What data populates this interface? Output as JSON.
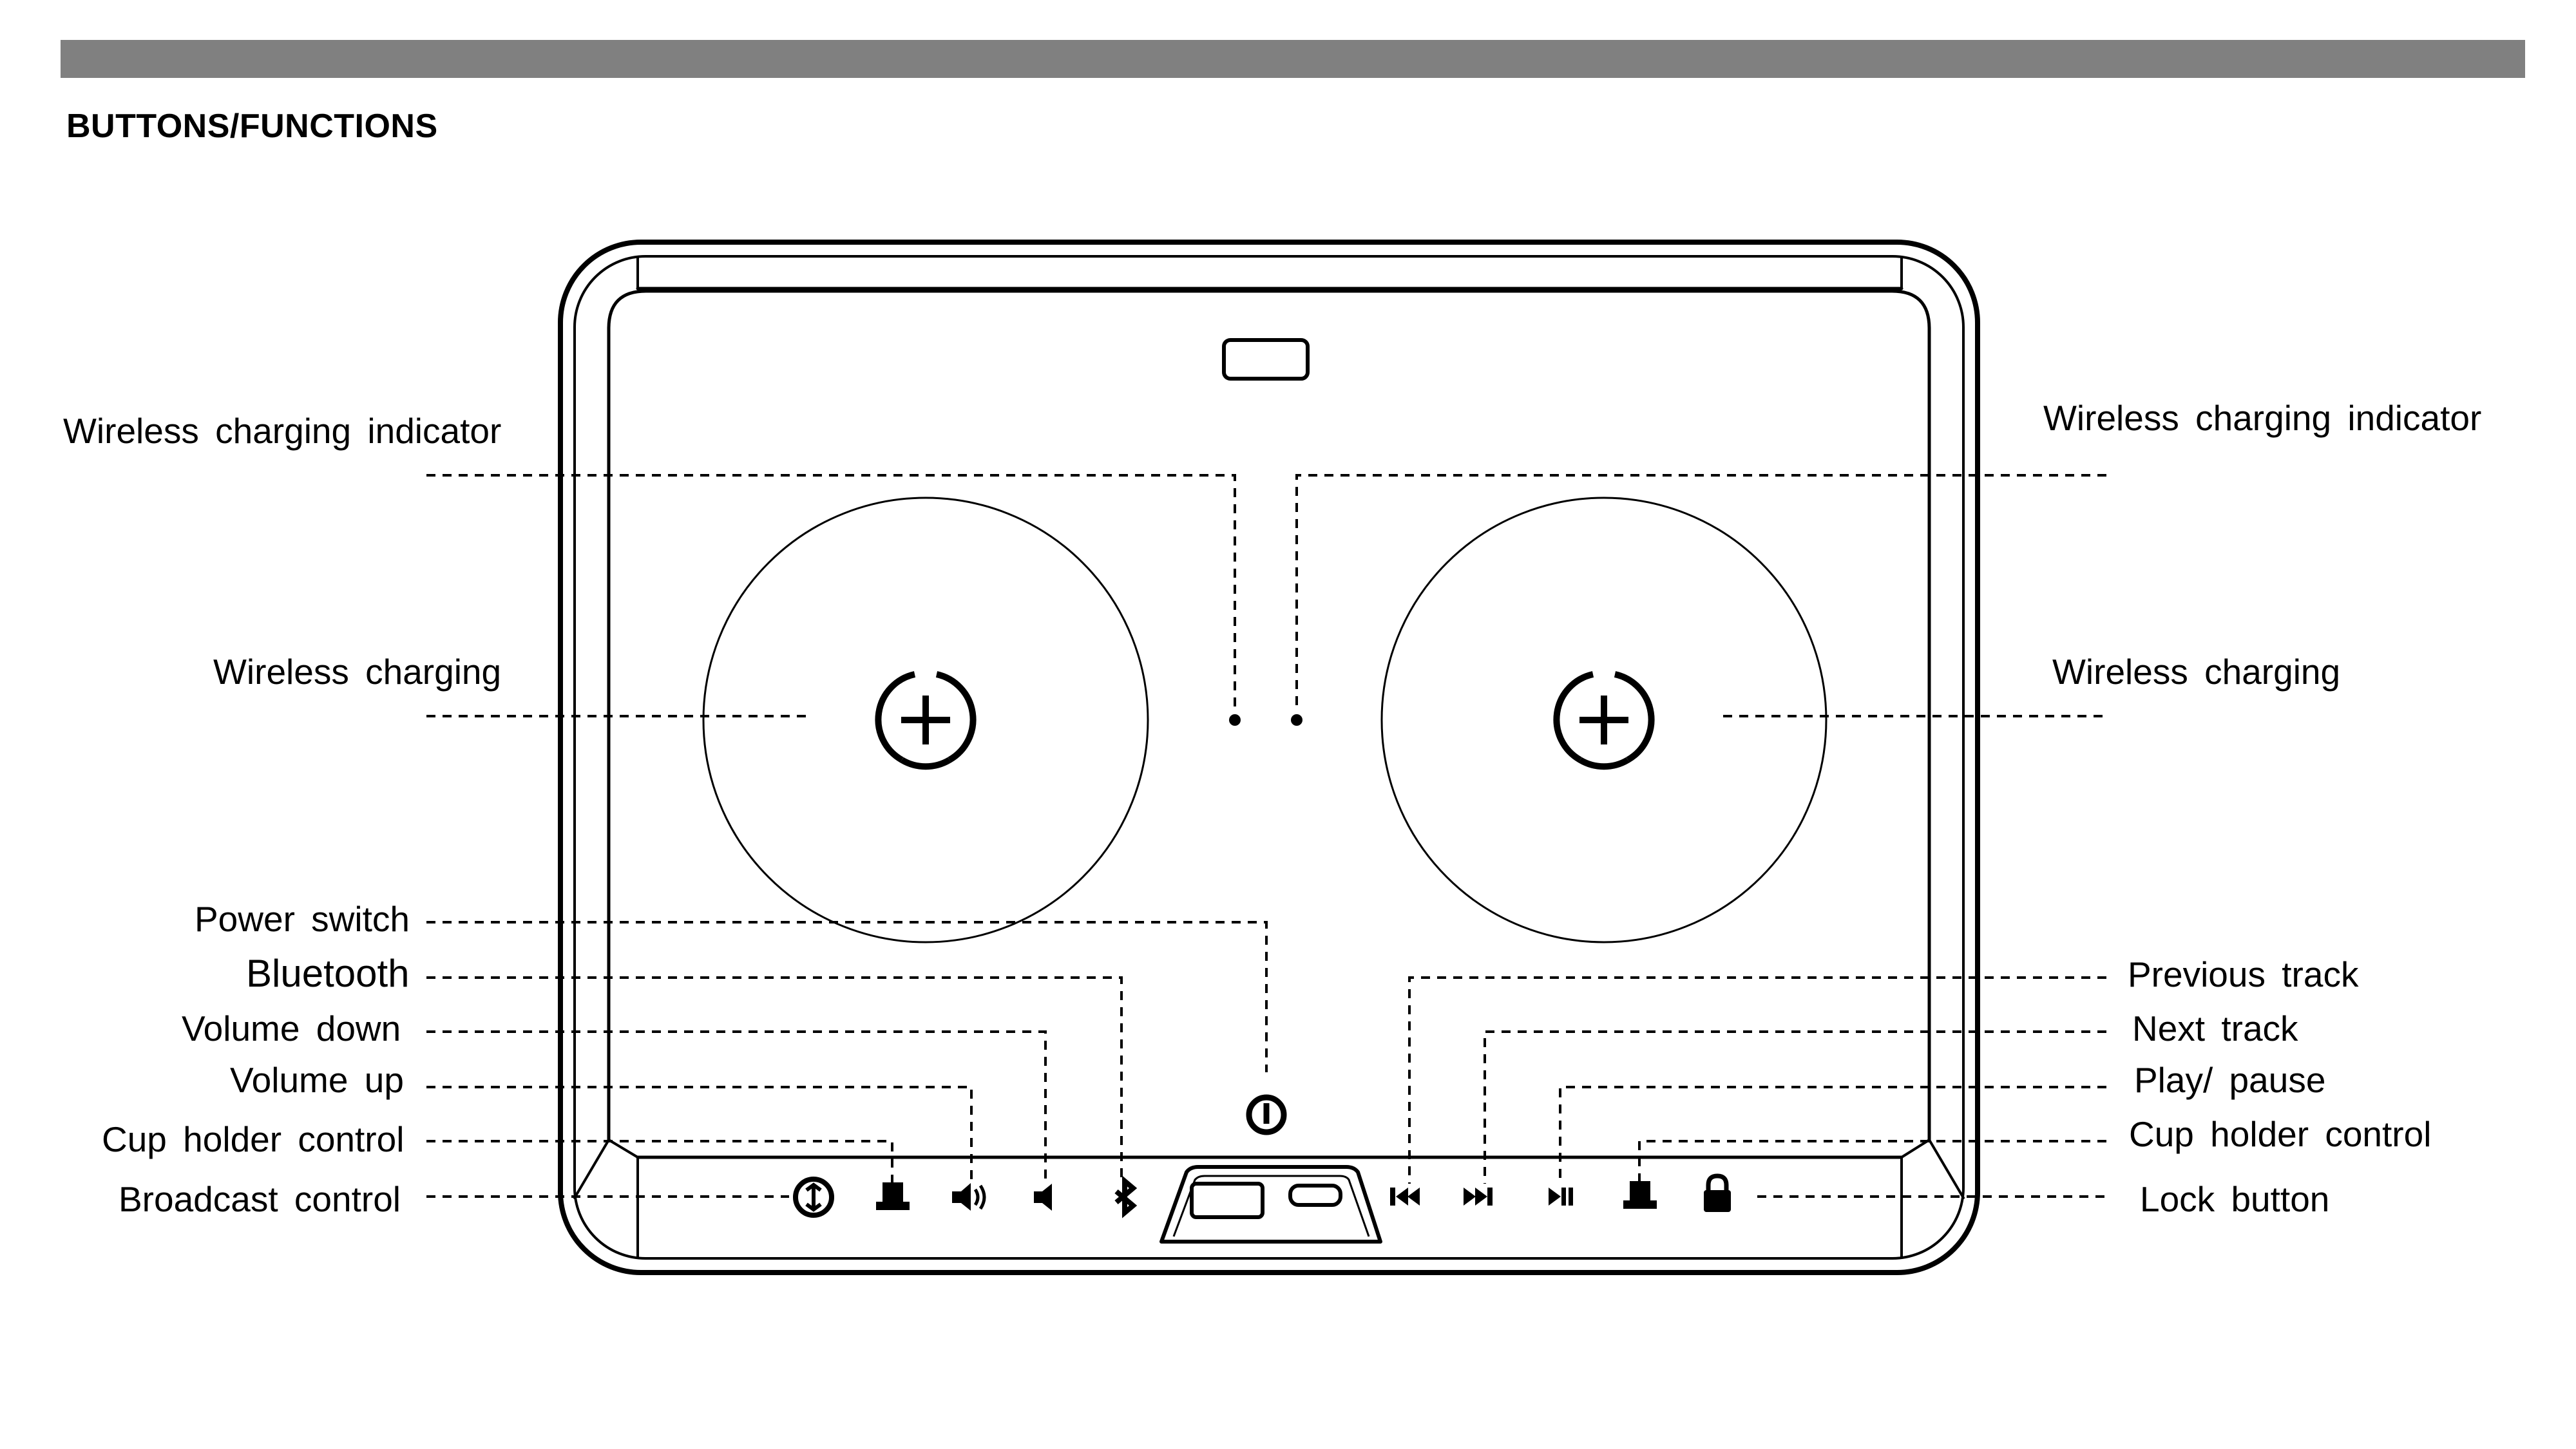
{
  "heading": "BUTTONS/FUNCTIONS",
  "colors": {
    "bar": "#808080",
    "ink": "#000000",
    "background": "#ffffff"
  },
  "labels": {
    "left": {
      "wireless_charging_indicator": "Wireless charging indicator",
      "wireless_charging": "Wireless charging",
      "power_switch": "Power switch",
      "bluetooth": "Bluetooth",
      "volume_down": "Volume down",
      "volume_up": "Volume up",
      "cup_holder_control": "Cup holder control",
      "broadcast_control": "Broadcast control"
    },
    "right": {
      "wireless_charging_indicator": "Wireless charging indicator",
      "wireless_charging": "Wireless charging",
      "previous_track": "Previous track",
      "next_track": "Next track",
      "play_pause": "Play/ pause",
      "cup_holder_control": "Cup holder control",
      "lock_button": "Lock button"
    }
  },
  "icons": [
    "broadcast-icon",
    "cup-holder-icon",
    "volume-up-icon",
    "volume-down-icon",
    "bluetooth-icon",
    "usb-a-port-icon",
    "usb-c-port-icon",
    "previous-track-icon",
    "next-track-icon",
    "play-pause-icon",
    "cup-holder-icon",
    "lock-icon",
    "power-icon",
    "charging-pad-plus-icon"
  ]
}
